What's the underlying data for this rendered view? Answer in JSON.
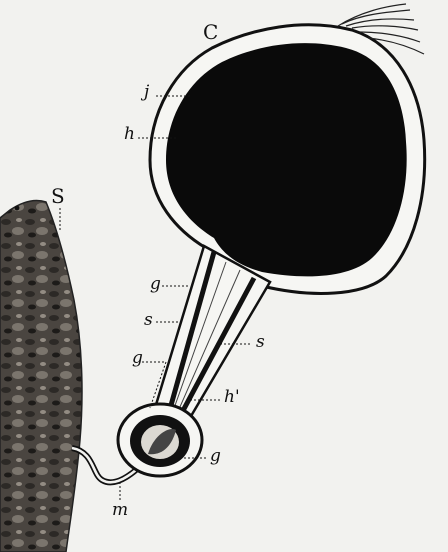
{
  "figure": {
    "labels": {
      "C": "C",
      "S": "S",
      "j": "j",
      "h": "h",
      "g_upper": "g",
      "s_left": "s",
      "s_right": "s",
      "g_middle": "g",
      "h_prime": "h'",
      "g_lower": "g",
      "m": "m"
    }
  }
}
